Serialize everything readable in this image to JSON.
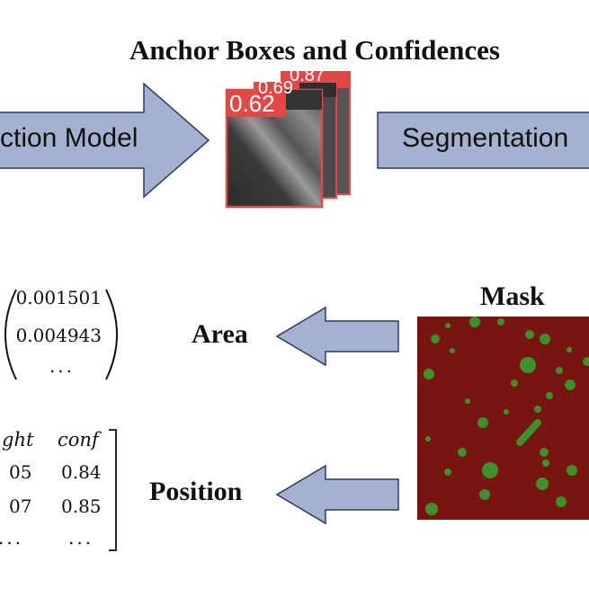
{
  "title": "Anchor Boxes and Confidences",
  "detection_arrow_label": "ction Model",
  "segmentation_arrow_label": "Segmentation",
  "crops": [
    {
      "confidence": "0.87"
    },
    {
      "confidence": "0.69"
    },
    {
      "confidence": "0.62"
    }
  ],
  "mask_label": "Mask",
  "area_label": "Area",
  "position_label": "Position",
  "area_vector": [
    "0.001501",
    "0.004943",
    "..."
  ],
  "position_table": {
    "headers": [
      "ght",
      "conf"
    ],
    "rows": [
      [
        "05",
        "0.84"
      ],
      [
        "07",
        "0.85"
      ],
      [
        "...",
        "..."
      ]
    ]
  },
  "colors": {
    "arrow_fill": "#a4b2d0",
    "arrow_stroke": "#2f3a5c",
    "crop_border": "#e34848",
    "mask_background": "#771510",
    "mask_blob": "#3f8f2c"
  }
}
